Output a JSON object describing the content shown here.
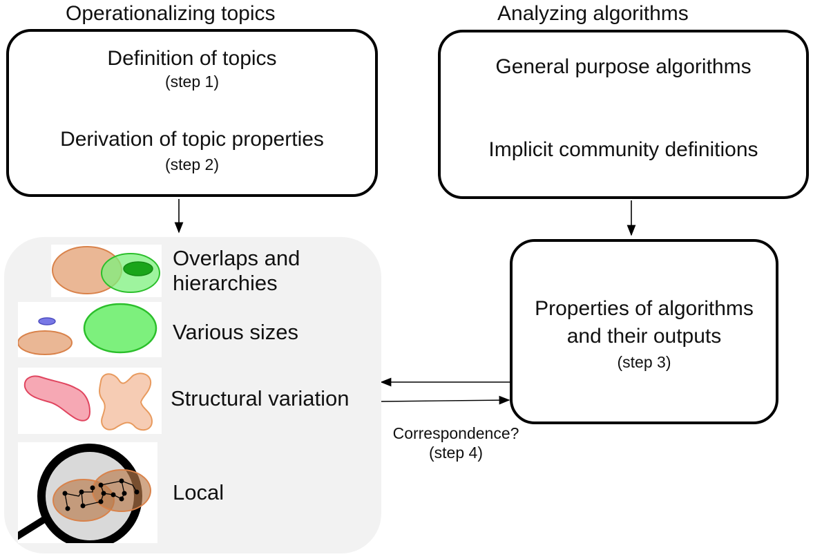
{
  "headings": {
    "left": "Operationalizing topics",
    "right": "Analyzing algorithms"
  },
  "topics_box": {
    "definition": "Definition of topics",
    "definition_step": "(step 1)",
    "derivation": "Derivation of topic properties",
    "derivation_step": "(step 2)"
  },
  "algorithms_box": {
    "general": "General purpose algorithms",
    "implicit": "Implicit community definitions"
  },
  "properties_box": {
    "line1": "Properties of algorithms",
    "line2": "and their outputs",
    "step": "(step 3)"
  },
  "topic_properties": [
    {
      "line1": "Overlaps and",
      "line2": "hierarchies",
      "icon": "overlapping-ellipses-icon"
    },
    {
      "line1": "Various sizes",
      "line2": "",
      "icon": "different-sized-ellipses-icon"
    },
    {
      "line1": "Structural variation",
      "line2": "",
      "icon": "irregular-shapes-icon"
    },
    {
      "line1": "Local",
      "line2": "",
      "icon": "magnifying-glass-graph-icon"
    }
  ],
  "correspondence": {
    "label": "Correspondence?",
    "step": "(step 4)"
  },
  "colors": {
    "orange_fill": "#eab795",
    "orange_stroke": "#d9824a",
    "green_fill": "#7df07d",
    "green_stroke": "#2bbf2b",
    "green_dark": "#1aa51a",
    "blue_fill": "#7878e6",
    "pink_fill": "#f6a8b4",
    "pink_stroke": "#e0455f",
    "peach_fill": "#f6ccb4",
    "panel_bg": "#f2f2f2"
  }
}
